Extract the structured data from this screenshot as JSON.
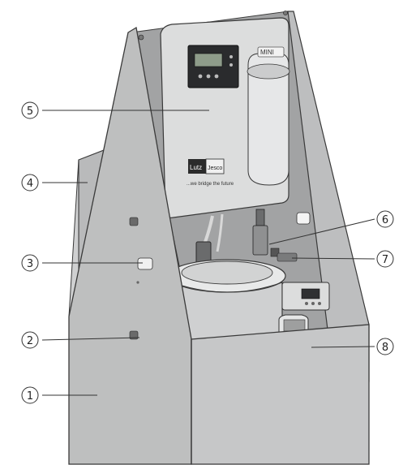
{
  "callouts": [
    {
      "id": "1",
      "label": "①"
    },
    {
      "id": "2",
      "label": "②"
    },
    {
      "id": "3",
      "label": "③"
    },
    {
      "id": "4",
      "label": "④"
    },
    {
      "id": "5",
      "label": "⑤"
    },
    {
      "id": "6",
      "label": "⑥"
    },
    {
      "id": "7",
      "label": "⑦"
    },
    {
      "id": "8",
      "label": "⑧"
    }
  ],
  "device": {
    "brand_left": "Lutz",
    "brand_right": "Jesco",
    "tagline": "...we bridge the future",
    "model_badge": "MINI"
  },
  "colors": {
    "sheet_metal": "#bfc0c1",
    "sheet_metal_dark": "#a9aaab",
    "sheet_metal_inner": "#9fa0a1",
    "housing": "#d9dadb",
    "display_bg": "#2a2b2d",
    "tank": "#cfd0d1",
    "outline": "#3a3a3a"
  }
}
